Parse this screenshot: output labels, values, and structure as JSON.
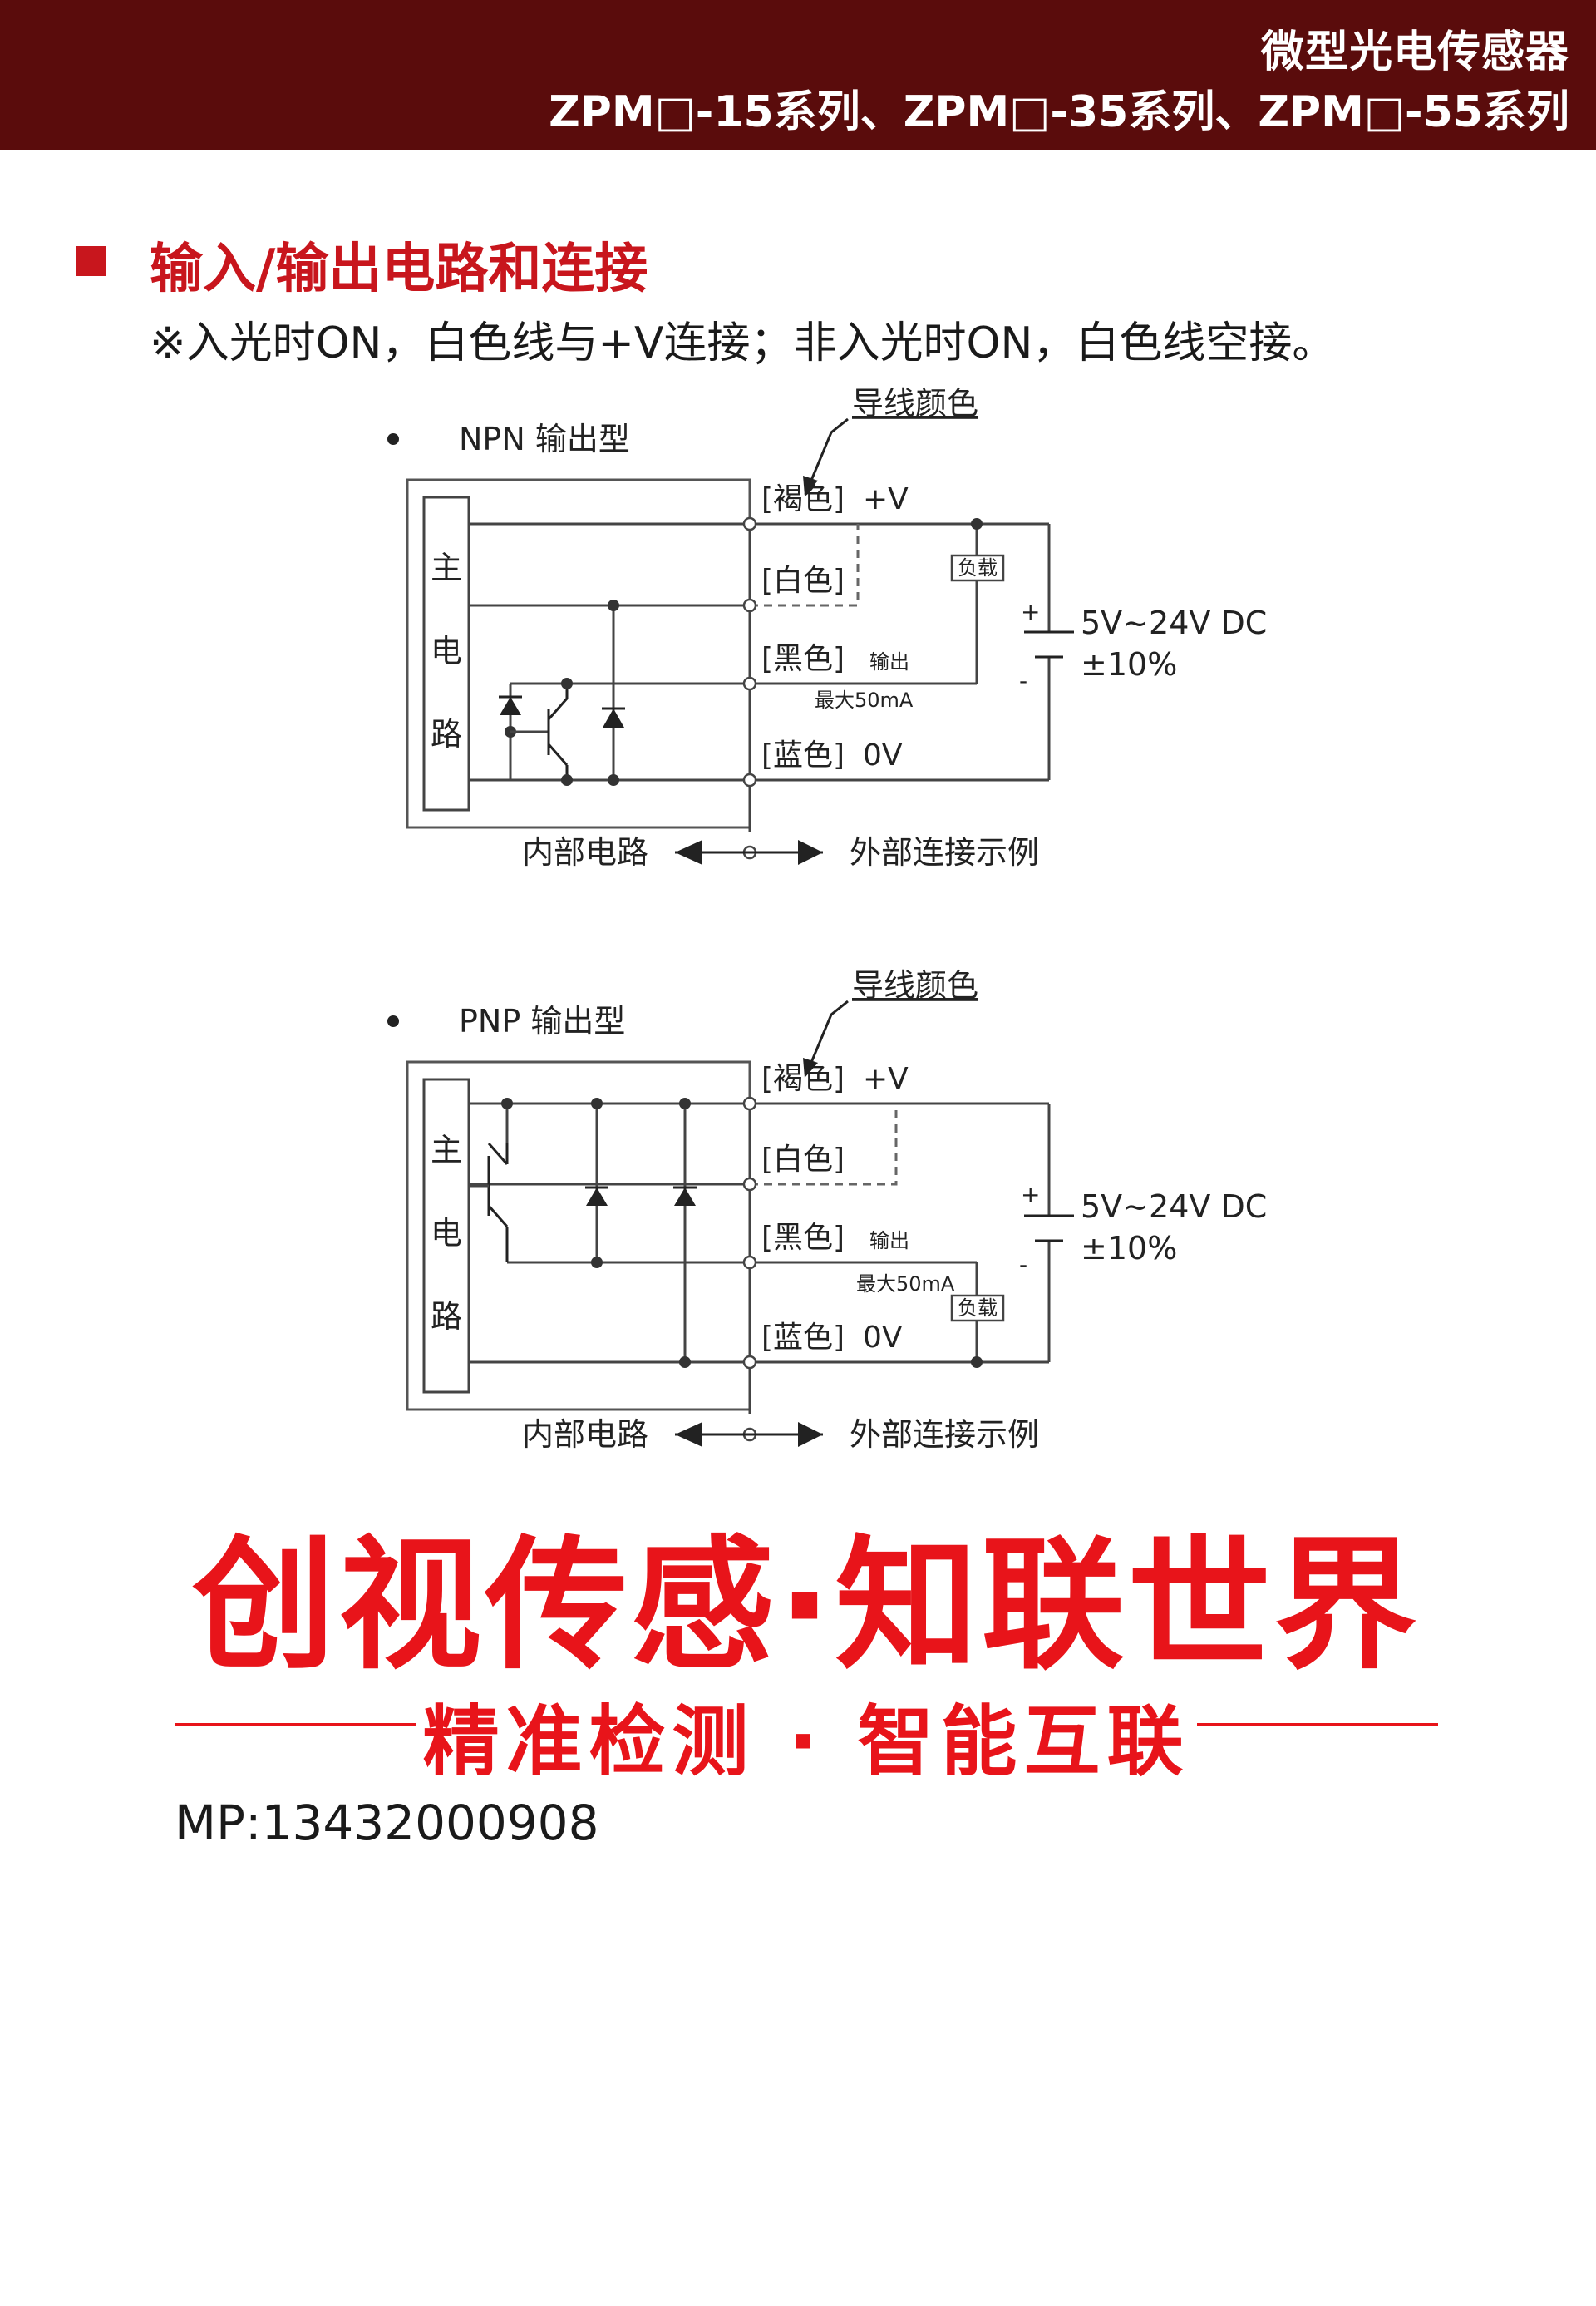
{
  "header": {
    "title": "微型光电传感器",
    "subtitle": "ZPM□-15系列、ZPM□-35系列、ZPM□-55系列"
  },
  "section": {
    "title": "输入/输出电路和连接",
    "note": "※入光时ON，白色线与+V连接；非入光时ON，白色线空接。"
  },
  "npn": {
    "title": "NPN 输出型",
    "wire_color_label": "导线颜色",
    "main_circuit": [
      "主",
      "电",
      "路"
    ],
    "brown": "[褐色]",
    "plus_v": "+V",
    "white": "[白色]",
    "black": "[黑色]",
    "output": "输出",
    "max_current": "最大50mA",
    "blue": "[蓝色]",
    "zero_v": "0V",
    "load": "负载",
    "supply": "5V~24V DC",
    "tolerance": "±10%",
    "plus": "+",
    "minus": "-",
    "internal": "内部电路",
    "external": "外部连接示例"
  },
  "pnp": {
    "title": "PNP 输出型",
    "wire_color_label": "导线颜色",
    "main_circuit": [
      "主",
      "电",
      "路"
    ],
    "brown": "[褐色]",
    "plus_v": "+V",
    "white": "[白色]",
    "black": "[黑色]",
    "output": "输出",
    "max_current": "最大50mA",
    "blue": "[蓝色]",
    "zero_v": "0V",
    "load": "负载",
    "supply": "5V~24V DC",
    "tolerance": "±10%",
    "plus": "+",
    "minus": "-",
    "internal": "内部电路",
    "external": "外部连接示例"
  },
  "branding": {
    "slogan": "创视传感·知联世界",
    "tagline": "精准检测 · 智能互联",
    "contact": "MP:13432000908"
  }
}
